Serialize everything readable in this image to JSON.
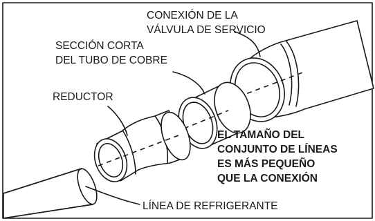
{
  "labels": {
    "service_valve_line1": "CONEXIÓN DE LA",
    "service_valve_line2": "VÁLVULA DE SERVICIO",
    "copper_line1": "SECCIÓN CORTA",
    "copper_line2": "DEL TUBO DE COBRE",
    "reducer": "REDUCTOR",
    "refrigerant_line": "LÍNEA DE REFRIGERANTE"
  },
  "note": {
    "line1": "EL TAMAÑO DEL",
    "line2": "CONJUNTO DE LÍNEAS",
    "line3": "ES MÁS PEQUEÑO",
    "line4": "QUE LA CONEXIÓN"
  },
  "colors": {
    "ink": "#1a1a1a",
    "background": "#ffffff"
  }
}
